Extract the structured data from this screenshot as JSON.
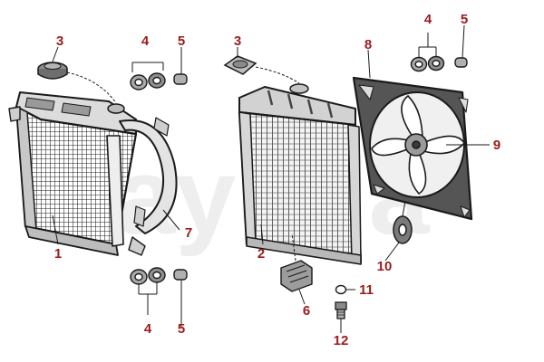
{
  "colors": {
    "callout": "#9b1b1b",
    "ink": "#1a1a1a",
    "watermark": "#eeeeee"
  },
  "watermark": {
    "text": "ayuda"
  },
  "callouts": {
    "left_cap": "3",
    "left_bushing_top": "4",
    "left_plug_top": "5",
    "left_radiator": "1",
    "left_shroud": "7",
    "left_bushing_bottom": "4",
    "left_plug_bottom": "5",
    "right_cap": "3",
    "right_bushing": "4",
    "right_plug": "5",
    "fan_shroud": "8",
    "fan": "9",
    "right_radiator": "2",
    "bracket": "6",
    "fan_hub": "10",
    "washer": "11",
    "drain_plug": "12"
  }
}
